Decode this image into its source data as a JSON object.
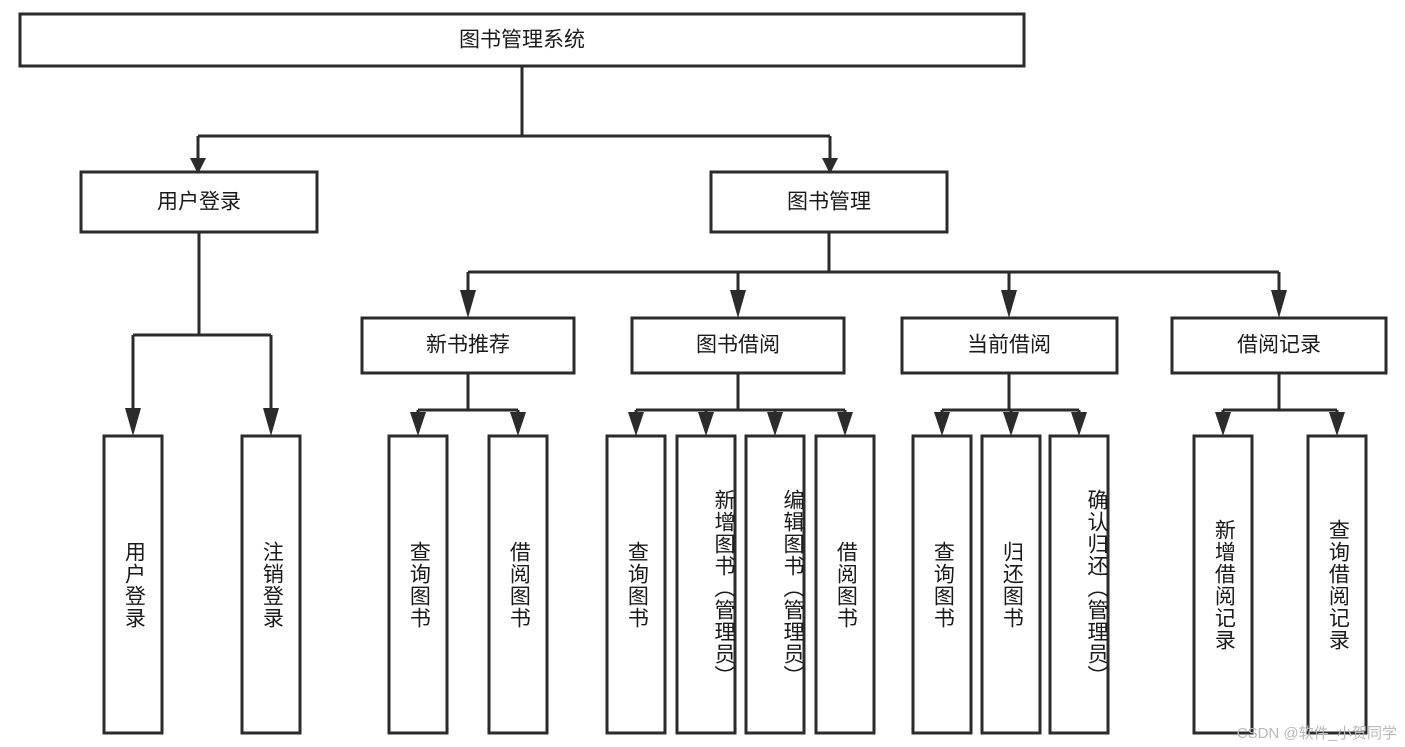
{
  "diagram": {
    "title": "图书管理系统",
    "type": "tree",
    "orientation": "top-down",
    "colors": {
      "stroke": "#2b2b2b",
      "fill": "#ffffff",
      "text": "#1a1a1a",
      "watermark": "#b9b9b9"
    },
    "root": {
      "label": "图书管理系统"
    },
    "level1": [
      {
        "label": "用户登录"
      },
      {
        "label": "图书管理"
      }
    ],
    "level2": [
      {
        "label": "新书推荐"
      },
      {
        "label": "图书借阅"
      },
      {
        "label": "当前借阅"
      },
      {
        "label": "借阅记录"
      }
    ],
    "leaves": {
      "user_login": [
        {
          "label": "用户登录"
        },
        {
          "label": "注销登录"
        }
      ],
      "new_book_recommend": [
        {
          "label": "查询图书"
        },
        {
          "label": "借阅图书"
        }
      ],
      "book_borrow": [
        {
          "label": "查询图书"
        },
        {
          "label": "新增图书（管理员）"
        },
        {
          "label": "编辑图书（管理员）"
        },
        {
          "label": "借阅图书"
        }
      ],
      "current_borrow": [
        {
          "label": "查询图书"
        },
        {
          "label": "归还图书"
        },
        {
          "label": "确认归还（管理员）"
        }
      ],
      "borrow_record": [
        {
          "label": "新增借阅记录"
        },
        {
          "label": "查询借阅记录"
        }
      ]
    }
  },
  "watermark": {
    "text": "CSDN @软件_小贺同学"
  }
}
